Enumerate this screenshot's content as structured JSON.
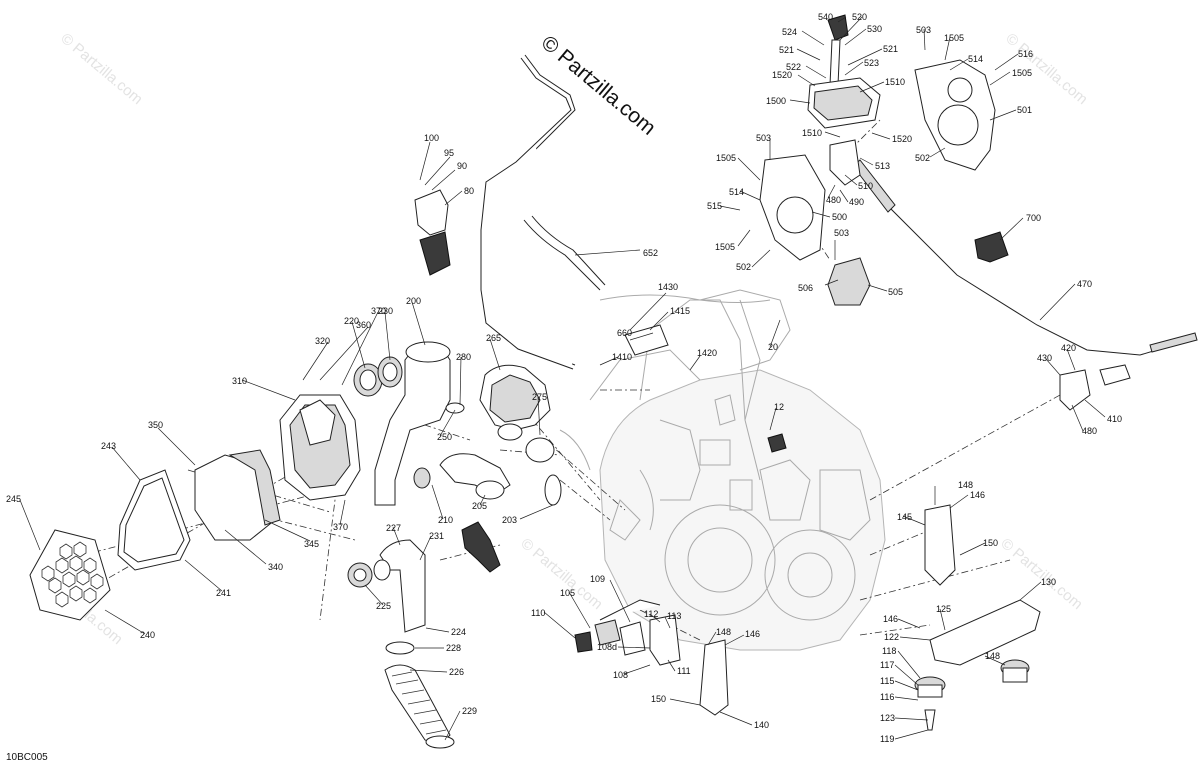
{
  "watermark": "© Partzilla.com",
  "diagram_code": "10BC005",
  "colors": {
    "line": "#222222",
    "ghost": "#aaaaaa",
    "watermark": "#e3e3e3"
  },
  "callouts": [
    {
      "id": "c540",
      "text": "540"
    },
    {
      "id": "c524",
      "text": "524"
    },
    {
      "id": "c520",
      "text": "520"
    },
    {
      "id": "c530",
      "text": "530"
    },
    {
      "id": "c521a",
      "text": "521"
    },
    {
      "id": "c521b",
      "text": "521"
    },
    {
      "id": "c522",
      "text": "522"
    },
    {
      "id": "c523",
      "text": "523"
    },
    {
      "id": "c1520a",
      "text": "1520"
    },
    {
      "id": "c1510a",
      "text": "1510"
    },
    {
      "id": "c1500",
      "text": "1500"
    },
    {
      "id": "c503a",
      "text": "503"
    },
    {
      "id": "c1505a",
      "text": "1505"
    },
    {
      "id": "c516",
      "text": "516"
    },
    {
      "id": "c514a",
      "text": "514"
    },
    {
      "id": "c1505b",
      "text": "1505"
    },
    {
      "id": "c501",
      "text": "501"
    },
    {
      "id": "c502a",
      "text": "502"
    },
    {
      "id": "c1510b",
      "text": "1510"
    },
    {
      "id": "c1520b",
      "text": "1520"
    },
    {
      "id": "c503b",
      "text": "503"
    },
    {
      "id": "c1505c",
      "text": "1505"
    },
    {
      "id": "c513",
      "text": "513"
    },
    {
      "id": "c514b",
      "text": "514"
    },
    {
      "id": "c510",
      "text": "510"
    },
    {
      "id": "c480a",
      "text": "480"
    },
    {
      "id": "c490",
      "text": "490"
    },
    {
      "id": "c515",
      "text": "515"
    },
    {
      "id": "c500",
      "text": "500"
    },
    {
      "id": "c1505d",
      "text": "1505"
    },
    {
      "id": "c502b",
      "text": "502"
    },
    {
      "id": "c503c",
      "text": "503"
    },
    {
      "id": "c700",
      "text": "700"
    },
    {
      "id": "c506",
      "text": "506"
    },
    {
      "id": "c505",
      "text": "505"
    },
    {
      "id": "c470",
      "text": "470"
    },
    {
      "id": "c100",
      "text": "100"
    },
    {
      "id": "c95",
      "text": "95"
    },
    {
      "id": "c90",
      "text": "90"
    },
    {
      "id": "c80",
      "text": "80"
    },
    {
      "id": "c652",
      "text": "652"
    },
    {
      "id": "c1430",
      "text": "1430"
    },
    {
      "id": "c1415",
      "text": "1415"
    },
    {
      "id": "c660",
      "text": "660"
    },
    {
      "id": "c1410",
      "text": "1410"
    },
    {
      "id": "c1420",
      "text": "1420"
    },
    {
      "id": "c20",
      "text": "20"
    },
    {
      "id": "c12",
      "text": "12"
    },
    {
      "id": "c420",
      "text": "420"
    },
    {
      "id": "c430",
      "text": "430"
    },
    {
      "id": "c410",
      "text": "410"
    },
    {
      "id": "c480b",
      "text": "480"
    },
    {
      "id": "c370a",
      "text": "370"
    },
    {
      "id": "c360",
      "text": "360"
    },
    {
      "id": "c320",
      "text": "320"
    },
    {
      "id": "c220",
      "text": "220"
    },
    {
      "id": "c230",
      "text": "230"
    },
    {
      "id": "c200",
      "text": "200"
    },
    {
      "id": "c280",
      "text": "280"
    },
    {
      "id": "c265",
      "text": "265"
    },
    {
      "id": "c275",
      "text": "275"
    },
    {
      "id": "c310",
      "text": "310"
    },
    {
      "id": "c350",
      "text": "350"
    },
    {
      "id": "c243",
      "text": "243"
    },
    {
      "id": "c250",
      "text": "250"
    },
    {
      "id": "c245",
      "text": "245"
    },
    {
      "id": "c210",
      "text": "210"
    },
    {
      "id": "c205",
      "text": "205"
    },
    {
      "id": "c203",
      "text": "203"
    },
    {
      "id": "c370b",
      "text": "370"
    },
    {
      "id": "c345",
      "text": "345"
    },
    {
      "id": "c340",
      "text": "340"
    },
    {
      "id": "c241",
      "text": "241"
    },
    {
      "id": "c227",
      "text": "227"
    },
    {
      "id": "c231",
      "text": "231"
    },
    {
      "id": "c225",
      "text": "225"
    },
    {
      "id": "c240",
      "text": "240"
    },
    {
      "id": "c224",
      "text": "224"
    },
    {
      "id": "c228",
      "text": "228"
    },
    {
      "id": "c226",
      "text": "226"
    },
    {
      "id": "c229",
      "text": "229"
    },
    {
      "id": "c109",
      "text": "109"
    },
    {
      "id": "c105",
      "text": "105"
    },
    {
      "id": "c110",
      "text": "110"
    },
    {
      "id": "c112",
      "text": "112"
    },
    {
      "id": "c113",
      "text": "113"
    },
    {
      "id": "c108d",
      "text": "108d"
    },
    {
      "id": "c108",
      "text": "108"
    },
    {
      "id": "c111",
      "text": "111"
    },
    {
      "id": "c148a",
      "text": "148"
    },
    {
      "id": "c146a",
      "text": "146"
    },
    {
      "id": "c150a",
      "text": "150"
    },
    {
      "id": "c140",
      "text": "140"
    },
    {
      "id": "c148b",
      "text": "148"
    },
    {
      "id": "c146b",
      "text": "146"
    },
    {
      "id": "c145",
      "text": "145"
    },
    {
      "id": "c150b",
      "text": "150"
    },
    {
      "id": "c130",
      "text": "130"
    },
    {
      "id": "c146c",
      "text": "146"
    },
    {
      "id": "c125",
      "text": "125"
    },
    {
      "id": "c122",
      "text": "122"
    },
    {
      "id": "c118",
      "text": "118"
    },
    {
      "id": "c148c",
      "text": "148"
    },
    {
      "id": "c117",
      "text": "117"
    },
    {
      "id": "c115",
      "text": "115"
    },
    {
      "id": "c116",
      "text": "116"
    },
    {
      "id": "c123",
      "text": "123"
    },
    {
      "id": "c119",
      "text": "119"
    }
  ]
}
